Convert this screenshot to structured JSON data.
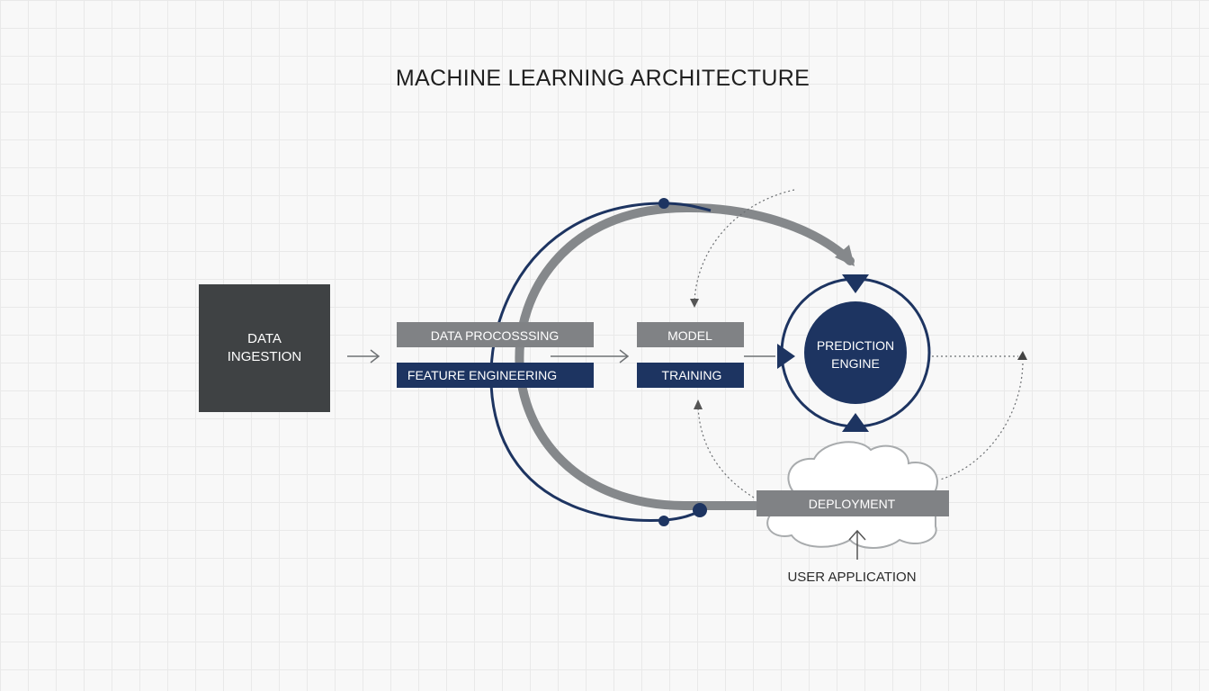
{
  "title": "MACHINE LEARNING ARCHITECTURE",
  "nodes": {
    "data_ingestion": {
      "line1": "DATA",
      "line2": "INGESTION"
    },
    "data_processing": {
      "label": "DATA PROCOSSSING"
    },
    "feature_engineering": {
      "label": "FEATURE ENGINEERING"
    },
    "model": {
      "label": "MODEL"
    },
    "training": {
      "label": "TRAINING"
    },
    "prediction_engine": {
      "line1": "PREDICTION",
      "line2": "ENGINE"
    },
    "deployment": {
      "label": "DEPLOYMENT"
    },
    "user_application": {
      "label": "USER APPLICATION"
    }
  },
  "colors": {
    "charcoal": "#3f4244",
    "gray": "#808285",
    "navy": "#1d3461",
    "arrow_gray": "#7a7d80",
    "cloud_stroke": "#a8abad"
  }
}
